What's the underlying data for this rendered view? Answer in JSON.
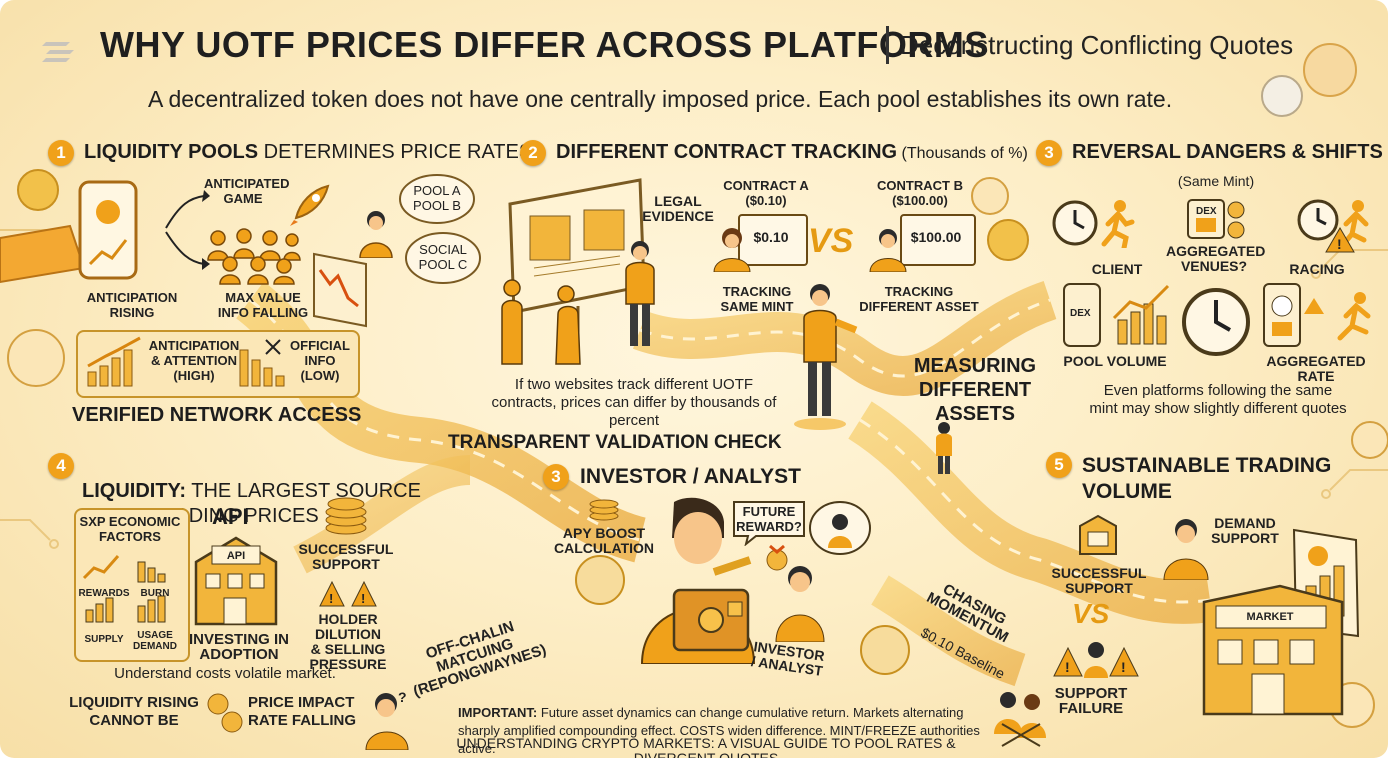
{
  "header": {
    "title": "WHY UOTF PRICES DIFFER ACROSS PLATFORMS",
    "subtitle": "Deconstructing Conflicting Quotes",
    "tagline": "A decentralized token does not have one centrally imposed price. Each pool establishes its own rate."
  },
  "panel1": {
    "number": "1",
    "title_bold": "LIQUIDITY POOLS",
    "title_rest": " DETERMINES PRICE RATES",
    "anticipated_game": "ANTICIPATED\nGAME",
    "pool_ab": "POOL A\nPOOL B",
    "social_pool": "SOCIAL\nPOOL C",
    "anticipation_rising": "ANTICIPATION\nRISING",
    "max_value": "MAX VALUE\nINFO FALLING",
    "card_left": "ANTICIPATION\n& ATTENTION\n(HIGH)",
    "card_right": "OFFICIAL\nINFO\n(LOW)",
    "footer": "VERIFIED NETWORK ACCESS"
  },
  "panel2": {
    "number": "2",
    "title_bold": "DIFFERENT CONTRACT TRACKING",
    "title_rest": " (Thousands of %)",
    "legal": "LEGAL\nEVIDENCE",
    "contract_a": "CONTRACT A\n($0.10)",
    "contract_b": "CONTRACT B\n($100.00)",
    "price_a": "$0.10",
    "price_b": "$100.00",
    "vs": "VS",
    "tracking_same": "TRACKING\nSAME MINT",
    "tracking_diff": "TRACKING\nDIFFERENT ASSET",
    "note": "If two websites track different UOTF\ncontracts, prices can differ by thousands of\npercent",
    "measuring": "MEASURING\nDIFFERENT ASSETS",
    "validation": "TRANSPARENT VALIDATION CHECK"
  },
  "panel3": {
    "number": "3",
    "title": "REVERSAL DANGERS & SHIFTS",
    "sub": "(Same Mint)",
    "client": "CLIENT",
    "aggregated": "AGGREGATED\nVENUES?",
    "racing": "RACING",
    "pool_volume": "POOL VOLUME",
    "aggregated_rate": "AGGREGATED RATE",
    "dex": "DEX",
    "note": "Even platforms following the same\nmint may show slightly different quotes"
  },
  "panel4": {
    "number": "4",
    "title_bold": "LIQUIDITY:",
    "title_rest": " THE LARGEST SOURCE\nOF MISLEADING PRICES",
    "factors_title": "SXP ECONOMIC\nFACTORS",
    "rewards": "REWARDS",
    "burn": "BURN",
    "supply": "SUPPLY",
    "usage": "USAGE\nDEMAND",
    "api": "API",
    "api_sign": "API",
    "successful": "SUCCESSFUL\nSUPPORT",
    "dilution": "HOLDER DILUTION\n& SELLING\nPRESSURE",
    "investing": "INVESTING IN\nADOPTION",
    "note": "Understand costs volatile market.",
    "liq_rising": "LIQUIDITY RISING\nCANNOT BE",
    "price_impact": "PRICE IMPACT\nRATE FALLING",
    "offchain": "OFF-CHALIN\nMATCUING\n(REPONGWAYNES)"
  },
  "center": {
    "number": "3",
    "title": "INVESTOR / ANALYST",
    "apy": "APY BOOST\nCALCULATION",
    "future": "FUTURE\nREWARD?",
    "investor_label": "INVESTOR\n/ ANALYST",
    "chasing": "CHASING\nMOMENTUM",
    "baseline": "$0.10 Baseline"
  },
  "panel5": {
    "number": "5",
    "title": "SUSTAINABLE TRADING\nVOLUME",
    "successful": "SUCCESSFUL\nSUPPORT",
    "vs": "VS",
    "demand": "DEMAND\nSUPPORT",
    "failure": "SUPPORT\nFAILURE",
    "store_sign": "MARKET"
  },
  "footer": {
    "important_label": "IMPORTANT:",
    "important_text": " Future asset dynamics can change cumulative return. Markets alternating\nsharply amplified compounding effect. COSTS widen difference. MINT/FREEZE authorities active.",
    "bottom": "UNDERSTANDING CRYPTO MARKETS: A VISUAL GUIDE TO POOL RATES & DIVERGENT QUOTES"
  },
  "colors": {
    "accent": "#f0a11a",
    "road": "#f3c25a",
    "ink": "#1f1f1f",
    "bg": "#fdeec7"
  }
}
